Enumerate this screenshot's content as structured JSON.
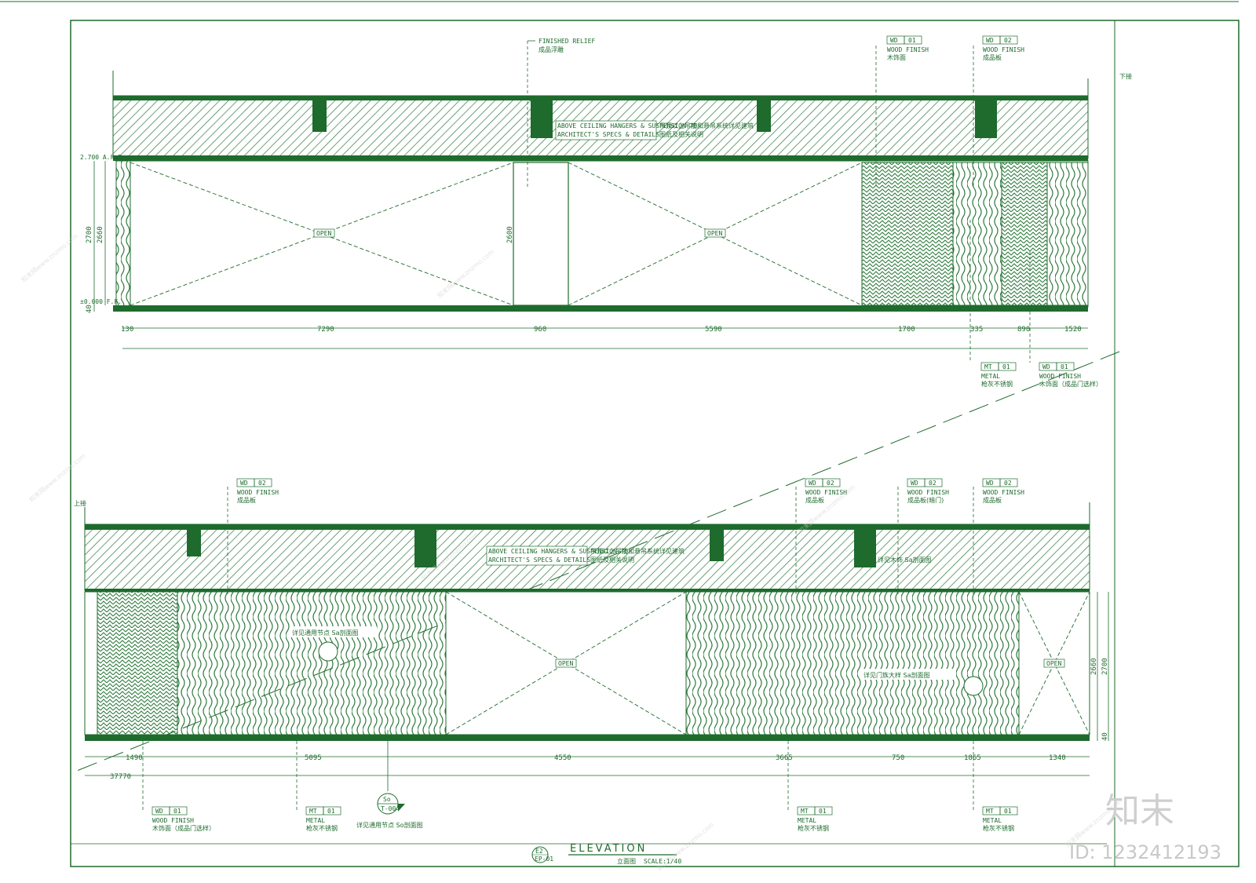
{
  "colors": {
    "line": "#1e6b2d",
    "hatch": "#2e7a3c",
    "watermark": "#c8c8c8"
  },
  "top_elevation": {
    "dims": [
      "130",
      "7290",
      "960",
      "5590",
      "1700",
      "335",
      "890",
      "1520"
    ],
    "heights": [
      "2700",
      "2660",
      "2600",
      "40"
    ],
    "levels": [
      "2.700 A.F.F.",
      "±0.000 F.F."
    ],
    "open_labels": [
      "OPEN",
      "OPEN"
    ],
    "ceiling_note_en": [
      "ABOVE CEILING HANGERS & SUSPENSION TO",
      "ARCHITECT'S SPECS & DETAILS"
    ],
    "ceiling_note_cn": [
      "吊顶以上吊筋和悬吊系统详见建筑",
      "图纸及相关说明"
    ],
    "callouts": [
      {
        "code": "",
        "num": "",
        "en": "FINISHED RELIEF",
        "cn": "成品浮雕"
      },
      {
        "code": "WD",
        "num": "01",
        "en": "WOOD FINISH",
        "cn": "木饰面"
      },
      {
        "code": "WD",
        "num": "02",
        "en": "WOOD FINISH",
        "cn": "成品板"
      },
      {
        "code": "MT",
        "num": "01",
        "en": "METAL",
        "cn": "枪灰不锈钢"
      },
      {
        "code": "WD",
        "num": "01",
        "en": "WOOD FINISH",
        "cn": "木饰面（成品门选样）"
      }
    ],
    "right_mark": "下接"
  },
  "bottom_elevation": {
    "dims": [
      "1490",
      "5095",
      "4550",
      "3665",
      "750",
      "1865",
      "1340"
    ],
    "total": "37770",
    "heights": [
      "2660",
      "2700",
      "40"
    ],
    "open_labels": [
      "OPEN",
      "OPEN"
    ],
    "left_mark": "上接",
    "ceiling_note_en": [
      "ABOVE CEILING HANGERS & SUSPENSION TO",
      "ARCHITECT'S SPECS & DETAILS"
    ],
    "ceiling_note_cn": [
      "吊顶以上吊筋和悬吊系统详见建筑",
      "图纸及相关说明"
    ],
    "notes": [
      "详见通用节点 Sa剖面图",
      "详见门族大样 Sa剖面图",
      "详见木饰 Sa剖面图"
    ],
    "callouts_top": [
      {
        "code": "WD",
        "num": "02",
        "en": "WOOD FINISH",
        "cn": "成品板"
      },
      {
        "code": "WD",
        "num": "02",
        "en": "WOOD FINISH",
        "cn": "成品板"
      },
      {
        "code": "WD",
        "num": "02",
        "en": "WOOD FINISH",
        "cn": "成品板(暗门)"
      },
      {
        "code": "WD",
        "num": "02",
        "en": "WOOD FINISH",
        "cn": "成品板"
      }
    ],
    "callouts_bottom": [
      {
        "code": "WD",
        "num": "01",
        "en": "WOOD FINISH",
        "cn": "木饰面（成品门选样）"
      },
      {
        "code": "MT",
        "num": "01",
        "en": "METAL",
        "cn": "枪灰不锈钢"
      },
      {
        "code": "MT",
        "num": "01",
        "en": "METAL",
        "cn": "枪灰不锈钢"
      },
      {
        "code": "MT",
        "num": "01",
        "en": "METAL",
        "cn": "枪灰不锈钢"
      }
    ],
    "section_marker": {
      "top": "So",
      "bottom": "T-004"
    },
    "section_note": "详见通用节点 So剖面图"
  },
  "title_block": {
    "ref_top": "E2",
    "ref_bottom": "EP-01",
    "title": "ELEVATION",
    "subtitle": "立面图",
    "scale": "SCALE:1/40"
  },
  "watermark": {
    "brand_cn": "知末",
    "id_label": "ID: 1232412193",
    "site_text": "知末网www.znzmo.com"
  }
}
